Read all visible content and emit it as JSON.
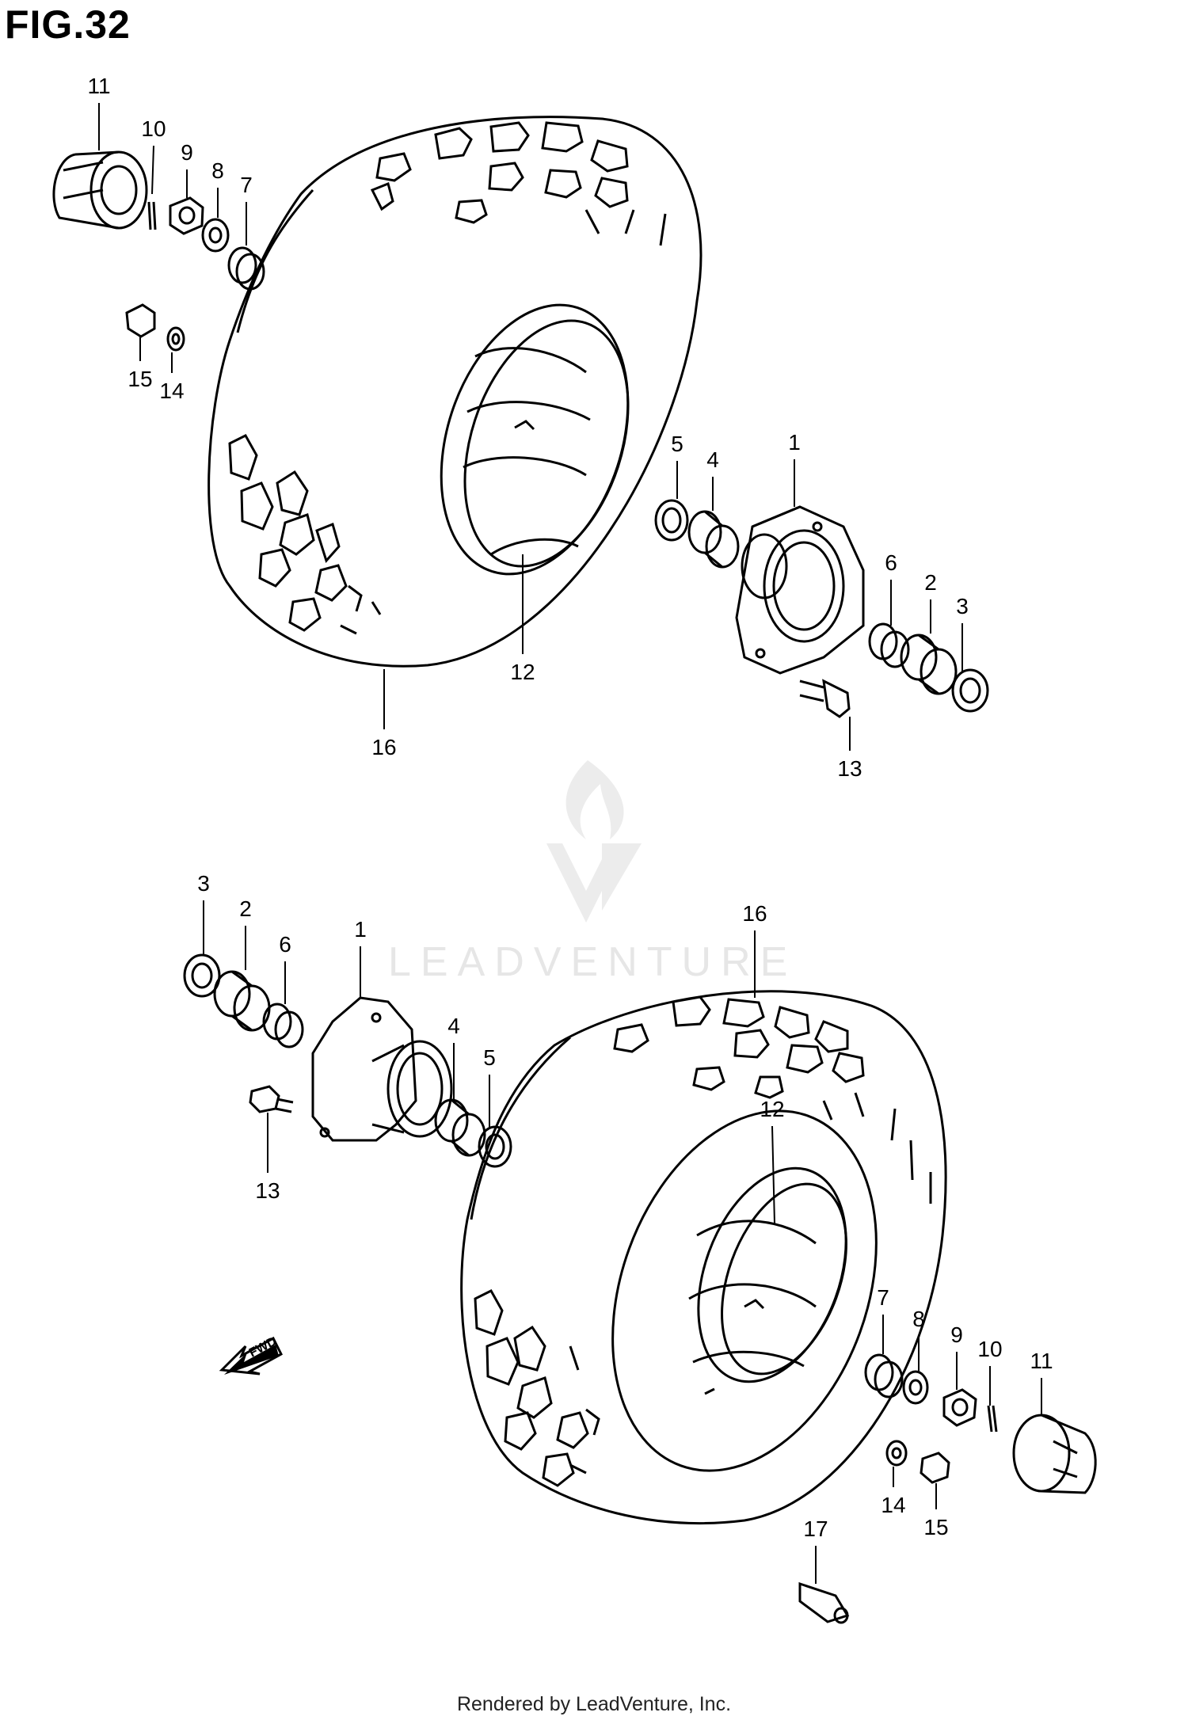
{
  "figure": {
    "title": "FIG.32",
    "footer": "Rendered by LeadVenture, Inc.",
    "watermark": "LEADVENTURE",
    "fwd_label": "FWD"
  },
  "callouts": {
    "top": [
      "11",
      "10",
      "9",
      "8",
      "7",
      "15",
      "14",
      "5",
      "4",
      "1",
      "6",
      "2",
      "3",
      "12",
      "13",
      "16"
    ],
    "bottom": [
      "3",
      "2",
      "6",
      "1",
      "4",
      "5",
      "13",
      "16",
      "12",
      "7",
      "8",
      "9",
      "10",
      "11",
      "14",
      "15",
      "17"
    ]
  }
}
